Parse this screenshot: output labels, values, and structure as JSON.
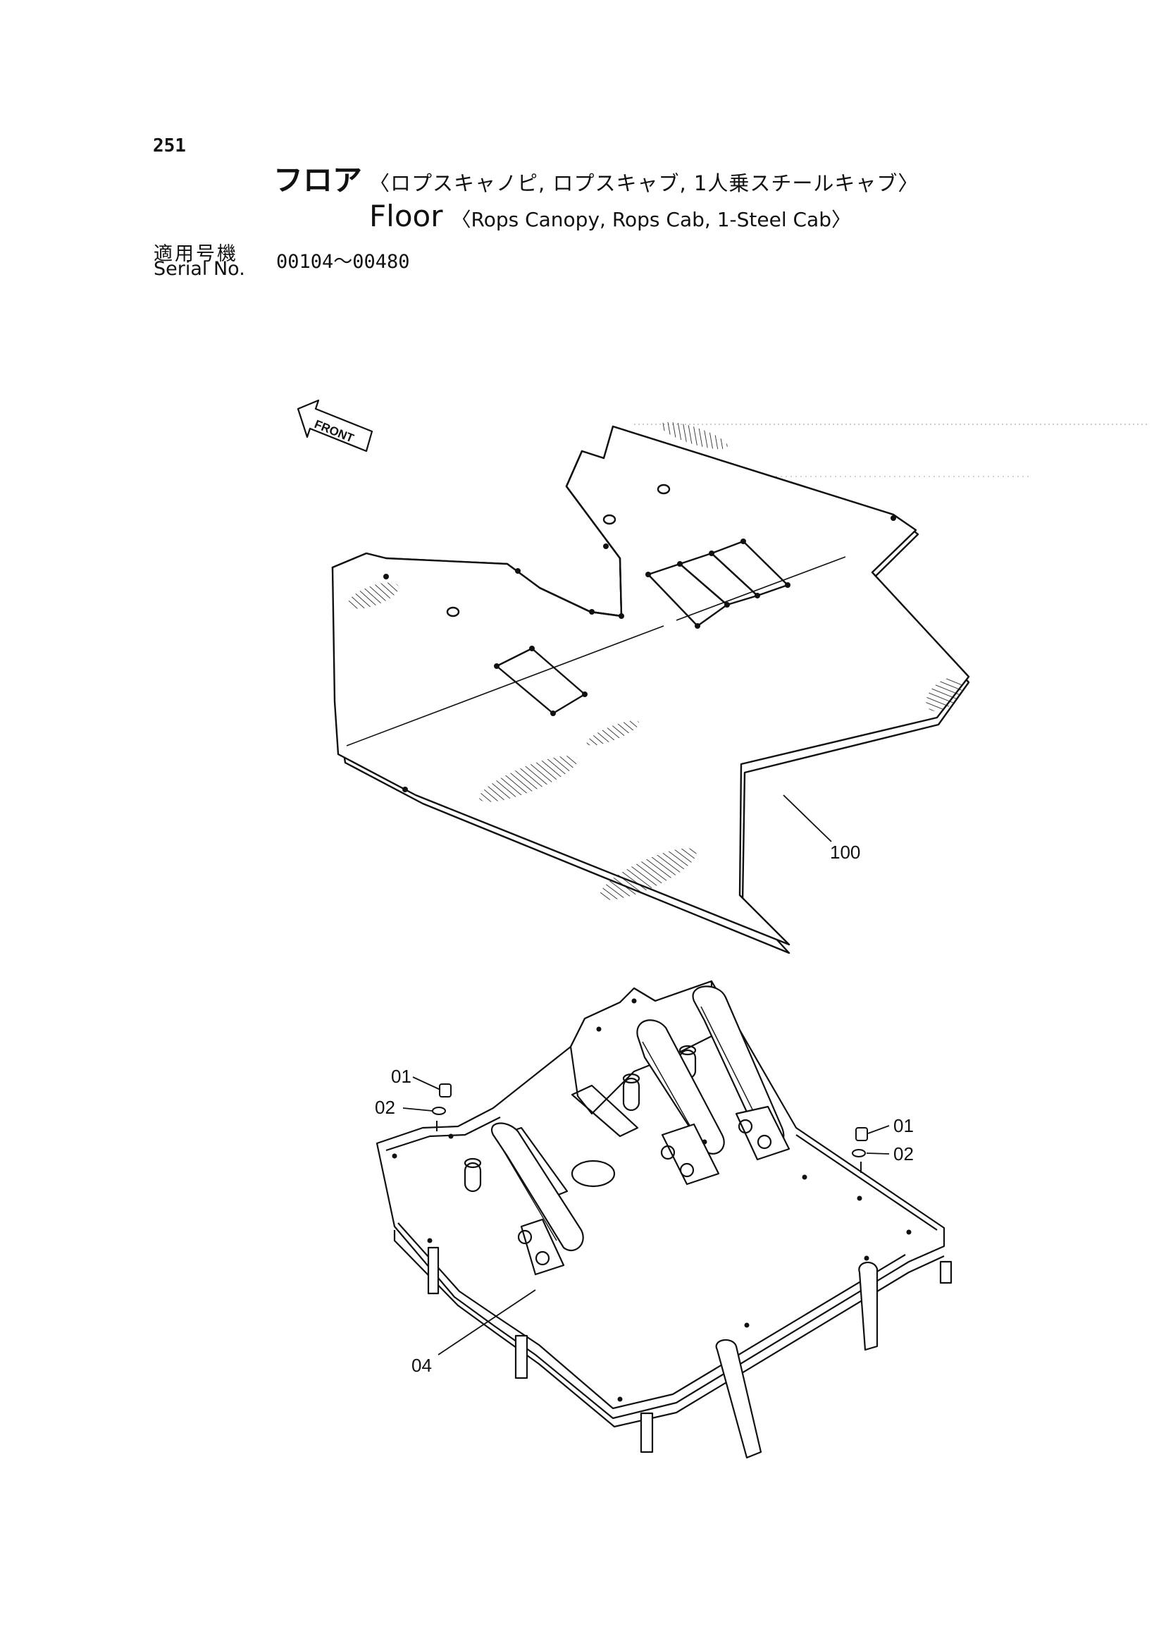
{
  "page": {
    "number": "251",
    "title_jp": "フロア",
    "subtitle_jp": "〈ロプスキャノピ, ロプスキャブ, 1人乗スチールキャブ〉",
    "title_en": "Floor",
    "subtitle_en": "〈Rops Canopy, Rops Cab, 1-Steel Cab〉",
    "serial_label_jp": "適用号機",
    "serial_label_en": "Serial No.",
    "serial_range": "00104～00480"
  },
  "diagram": {
    "front_label": "FRONT",
    "callouts": [
      "100",
      "01",
      "02",
      "01",
      "02",
      "04"
    ]
  },
  "colors": {
    "ink": "#111111",
    "paper": "#ffffff"
  }
}
